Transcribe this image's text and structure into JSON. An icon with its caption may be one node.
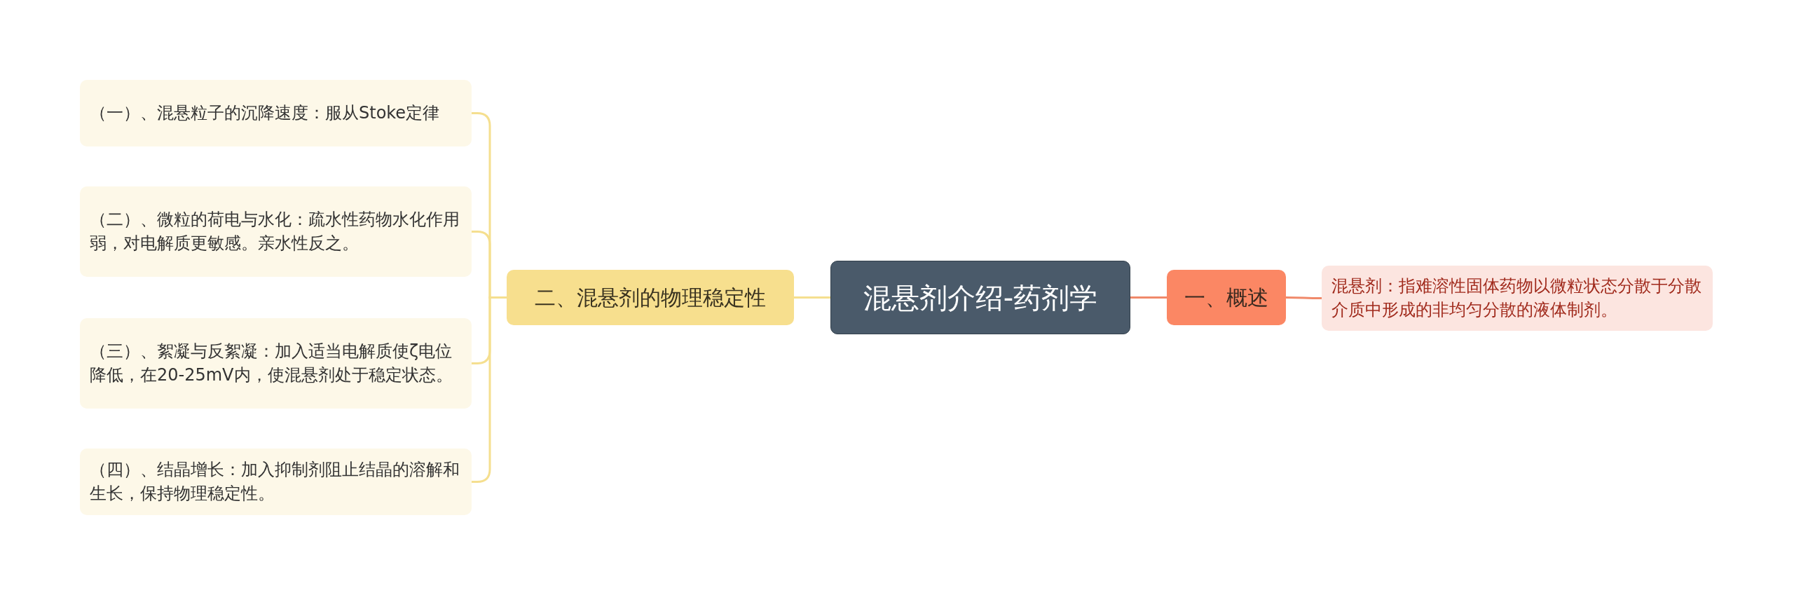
{
  "diagram": {
    "nodes": [
      {
        "text": [
          "混悬剂介绍-药剂学"
        ]
      },
      {
        "text": [
          "一、概述"
        ]
      },
      {
        "text": [
          "混悬剂：指难溶性固体药物以微粒状态分散于分散介质中形成的非均匀分散的液体制剂。"
        ]
      },
      {
        "text": [
          "二、混悬剂的物理稳定性"
        ]
      },
      {
        "text": [
          "（一）、混悬粒子的沉降速度：服从Stoke定律"
        ]
      },
      {
        "text": [
          "（二）、微粒的荷电与水化：疏水性药物水化作用弱，对电解质更敏感。亲水性反之。"
        ]
      },
      {
        "text": [
          "（三）、絮凝与反絮凝：加入适当电解质使ζ电位降低，在20-25mV内，使混悬剂处于稳定状态。"
        ]
      },
      {
        "text": [
          "（四）、结晶增长：加入抑制剂阻止结晶的溶解和生长，保持物理稳定性。"
        ]
      }
    ],
    "edges": [
      {
        "from": 0,
        "to": 1,
        "arrow": "none",
        "color": "#f0896a"
      },
      {
        "from": 1,
        "to": 2,
        "arrow": "none",
        "color": "#f0896a"
      },
      {
        "from": 0,
        "to": 3,
        "arrow": "none"
      },
      {
        "from": 3,
        "to": 4,
        "arrow": "none"
      },
      {
        "from": 3,
        "to": 5,
        "arrow": "none"
      },
      {
        "from": 3,
        "to": 6,
        "arrow": "none"
      },
      {
        "from": 3,
        "to": 7,
        "arrow": "none"
      }
    ]
  }
}
